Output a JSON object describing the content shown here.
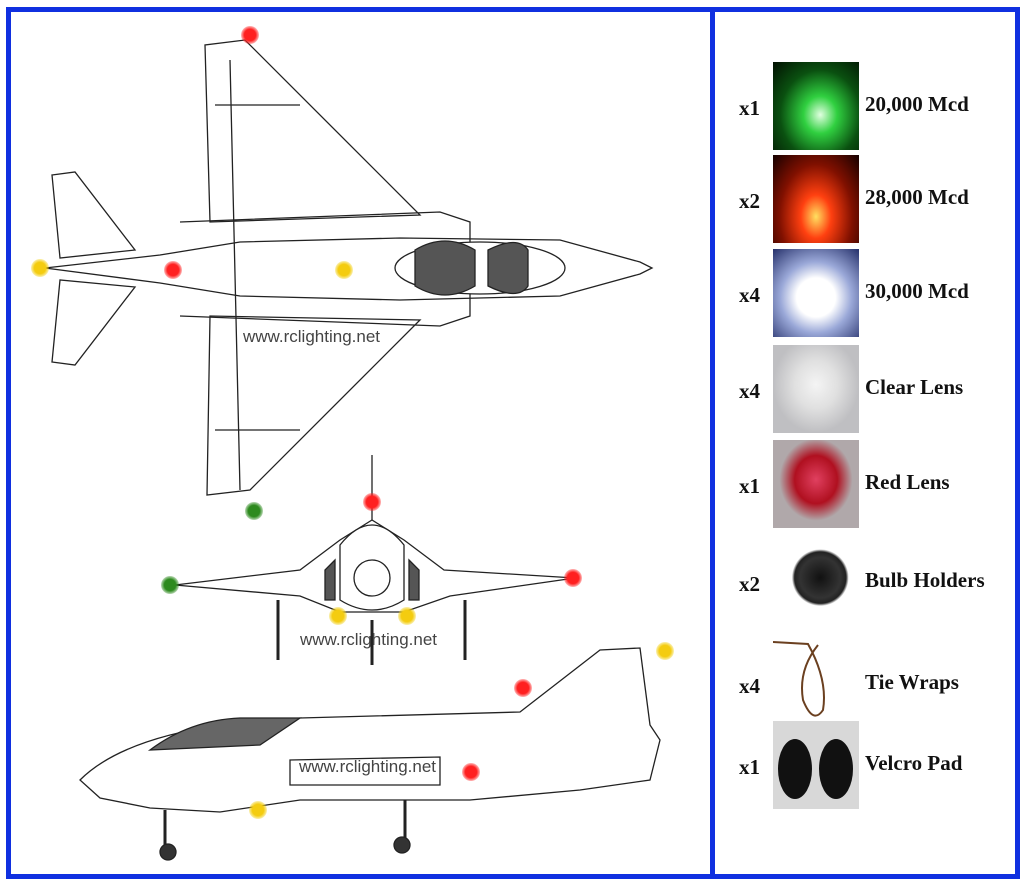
{
  "watermarks": [
    "www.rclighting.net",
    "www.rclighting.net",
    "www.rclighting.net"
  ],
  "light_colors": {
    "red": "#ff2020",
    "yellow": "#f4cc10",
    "green": "#2d8a1e"
  },
  "border_color": "#1030e0",
  "kit_items": [
    {
      "qty": "x1",
      "label": "20,000 Mcd",
      "icon": "green-led-icon"
    },
    {
      "qty": "x2",
      "label": "28,000 Mcd",
      "icon": "red-led-icon"
    },
    {
      "qty": "x4",
      "label": "30,000 Mcd",
      "icon": "white-led-icon"
    },
    {
      "qty": "x4",
      "label": "Clear Lens",
      "icon": "clear-lens-icon"
    },
    {
      "qty": "x1",
      "label": "Red Lens",
      "icon": "red-lens-icon"
    },
    {
      "qty": "x2",
      "label": "Bulb Holders",
      "icon": "bulb-holder-icon"
    },
    {
      "qty": "x4",
      "label": "Tie Wraps",
      "icon": "tie-wrap-icon"
    },
    {
      "qty": "x1",
      "label": "Velcro Pad",
      "icon": "velcro-pad-icon"
    }
  ]
}
